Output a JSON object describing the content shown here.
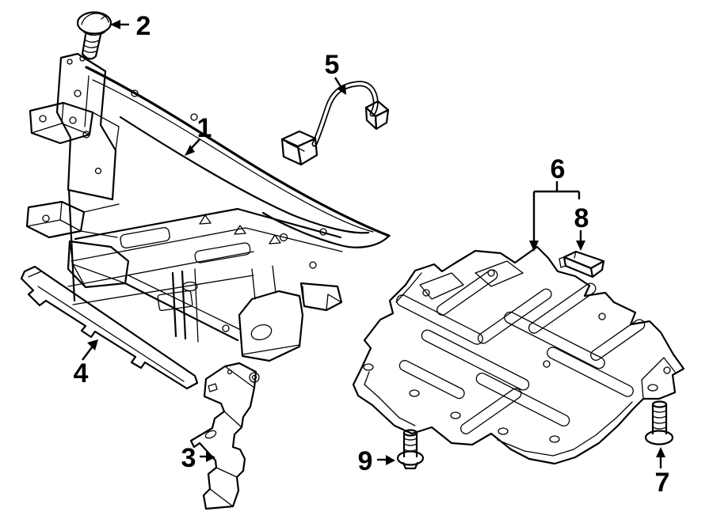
{
  "diagram": {
    "background_color": "#ffffff",
    "line_color": "#000000",
    "callouts": [
      {
        "label": "1"
      },
      {
        "label": "2"
      },
      {
        "label": "3"
      },
      {
        "label": "4"
      },
      {
        "label": "5"
      },
      {
        "label": "6"
      },
      {
        "label": "7"
      },
      {
        "label": "8"
      },
      {
        "label": "9"
      }
    ]
  }
}
